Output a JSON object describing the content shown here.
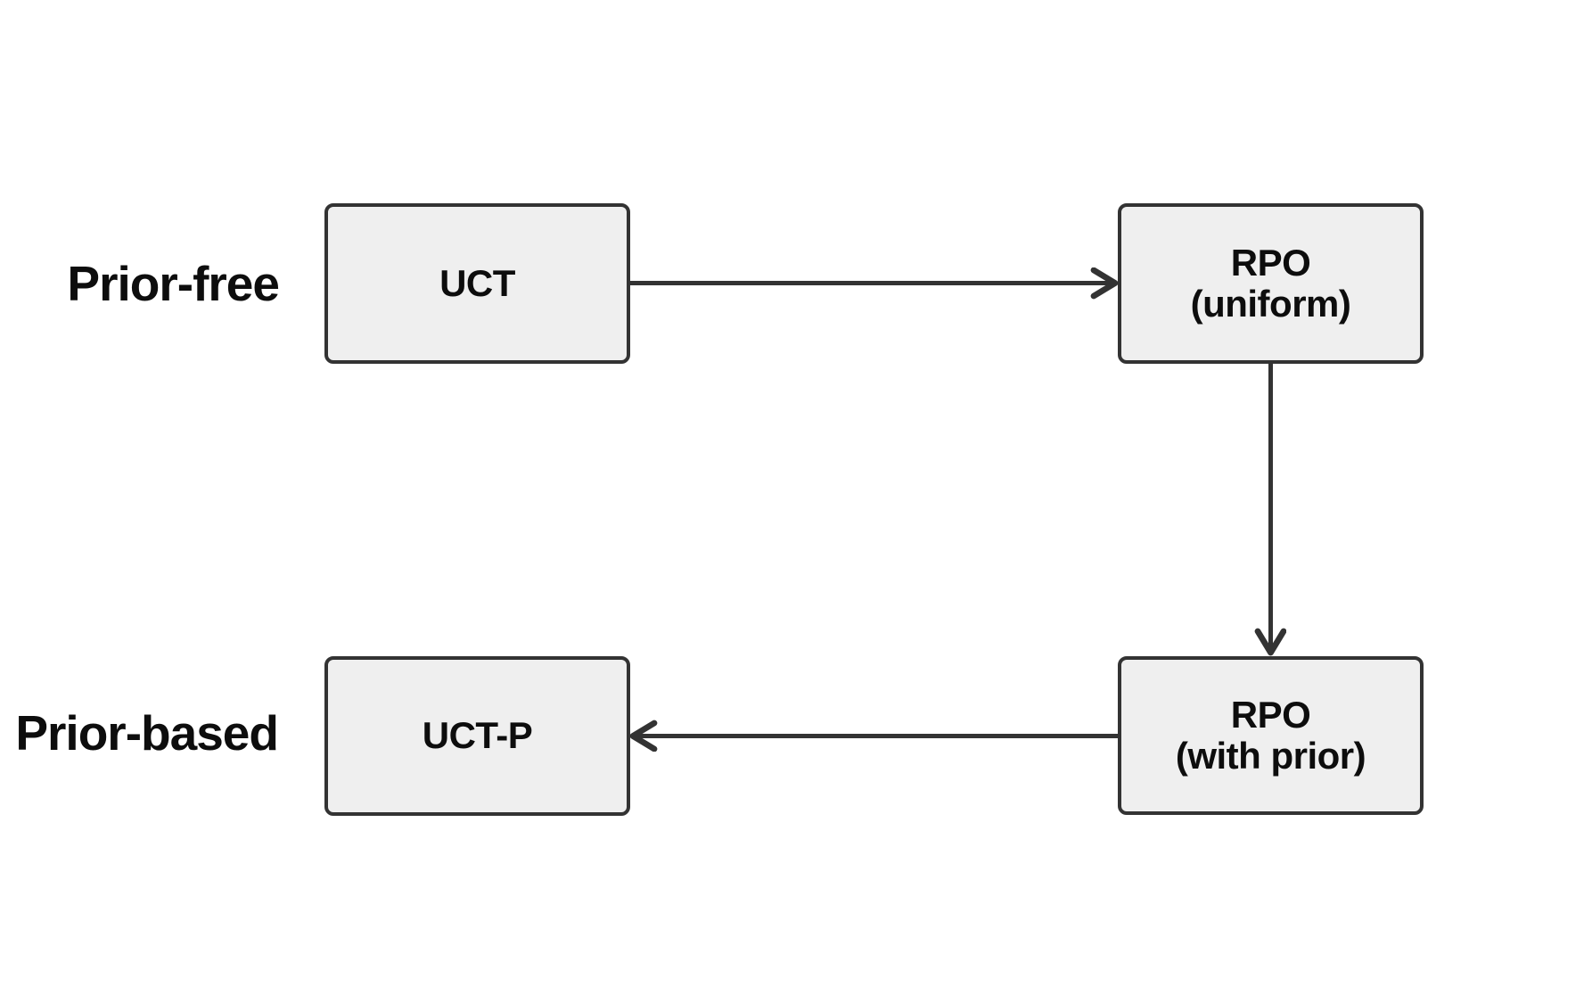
{
  "diagram": {
    "colors": {
      "background": "#ffffff",
      "box_fill": "#efefef",
      "stroke": "#333333",
      "text": "#0d0d0d"
    },
    "rows": [
      {
        "label": "Prior-free"
      },
      {
        "label": "Prior-based"
      }
    ],
    "nodes": [
      {
        "id": "uct",
        "label": "UCT",
        "row": "Prior-free"
      },
      {
        "id": "rpo-uniform",
        "label": "RPO\n(uniform)",
        "row": "Prior-free"
      },
      {
        "id": "uct-p",
        "label": "UCT-P",
        "row": "Prior-based"
      },
      {
        "id": "rpo-with-prior",
        "label": "RPO\n(with prior)",
        "row": "Prior-based"
      }
    ],
    "edges": [
      {
        "from": "uct",
        "to": "rpo-uniform",
        "direction": "right"
      },
      {
        "from": "rpo-uniform",
        "to": "rpo-with-prior",
        "direction": "down"
      },
      {
        "from": "rpo-with-prior",
        "to": "uct-p",
        "direction": "left"
      }
    ]
  }
}
